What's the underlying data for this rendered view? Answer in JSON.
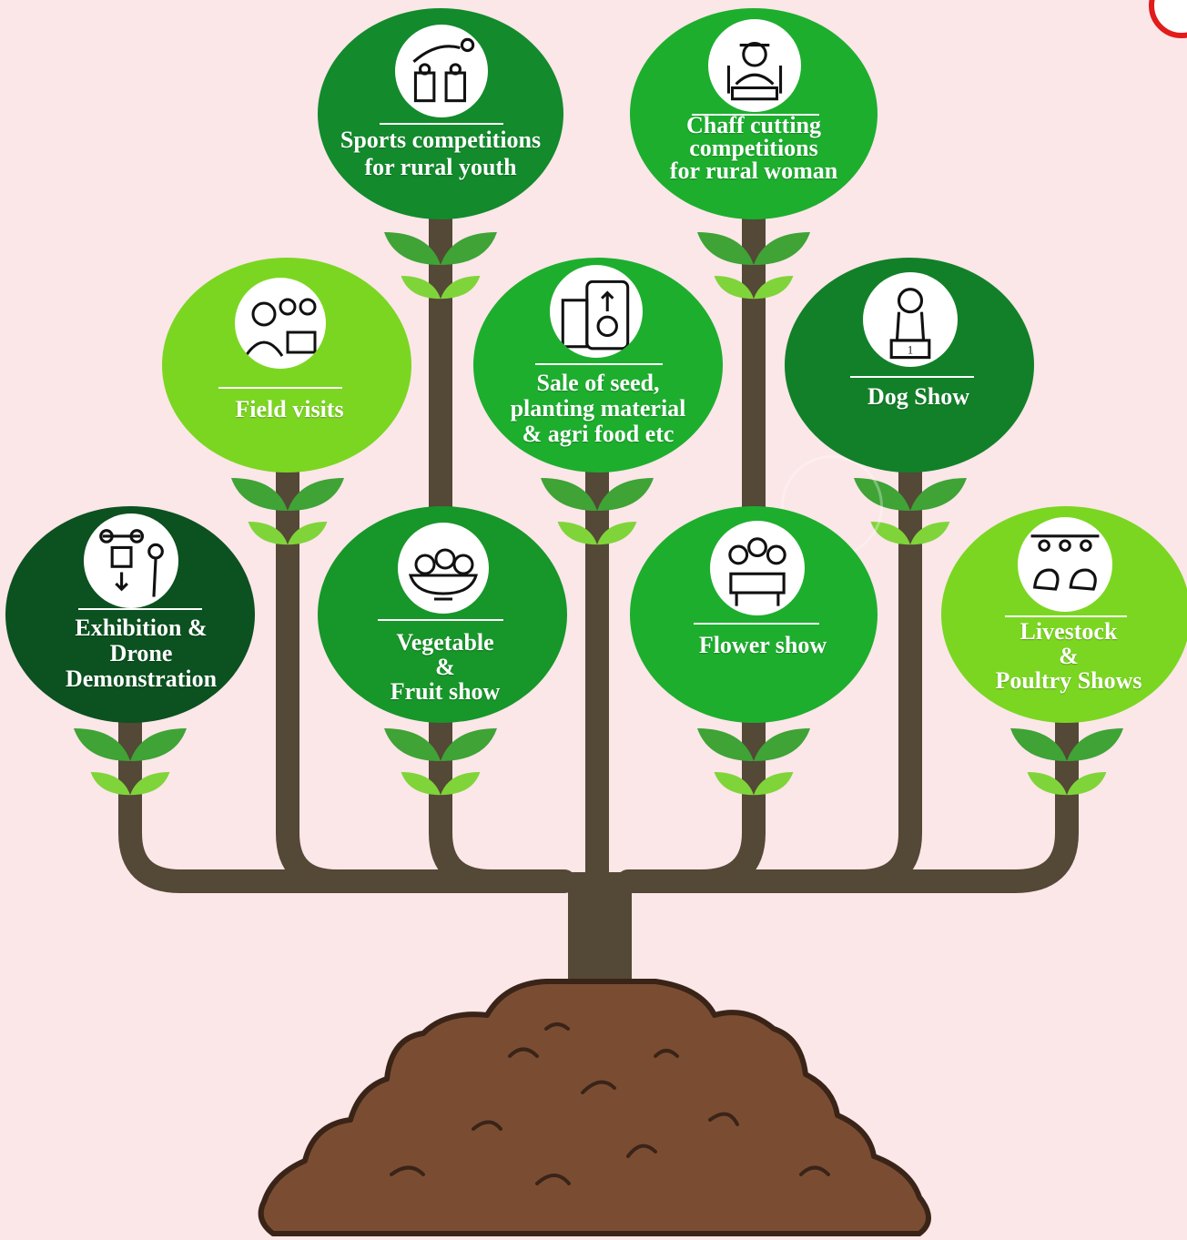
{
  "diagram": {
    "colors": {
      "background": "#fbe6e8",
      "trunk": "#544836",
      "soil": "#7a4d33",
      "soil_outline": "#3a2418",
      "leaf": "#3fa336",
      "leaf_light": "#7fd43a",
      "icon_bg": "#ffffff"
    },
    "nodes": [
      {
        "key": "sports",
        "label": "Sports competitions\nfor rural youth",
        "icon": "sports-icon",
        "color": "#138a2c"
      },
      {
        "key": "chaff",
        "label": "Chaff cutting\ncompetitions\nfor rural woman",
        "icon": "farmer-woman-icon",
        "color": "#1dae2e"
      },
      {
        "key": "field",
        "label": "Field visits",
        "icon": "field-visit-icon",
        "color": "#7bd621"
      },
      {
        "key": "seed",
        "label": "Sale of seed,\nplanting material\n& agri food etc",
        "icon": "seed-bag-icon",
        "color": "#1dae2e"
      },
      {
        "key": "dog",
        "label": "Dog Show",
        "icon": "dog-icon",
        "color": "#128028"
      },
      {
        "key": "exhibition",
        "label": "Exhibition &\nDrone\nDemonstration",
        "icon": "drone-icon",
        "color": "#0c5120"
      },
      {
        "key": "vegetable",
        "label": "Vegetable\n&\nFruit show",
        "icon": "fruit-basket-icon",
        "color": "#17962a"
      },
      {
        "key": "flower",
        "label": "Flower show",
        "icon": "flower-icon",
        "color": "#1dae2e"
      },
      {
        "key": "livestock",
        "label": "Livestock\n&\nPoultry Shows",
        "icon": "poultry-icon",
        "color": "#7bd621"
      }
    ]
  }
}
